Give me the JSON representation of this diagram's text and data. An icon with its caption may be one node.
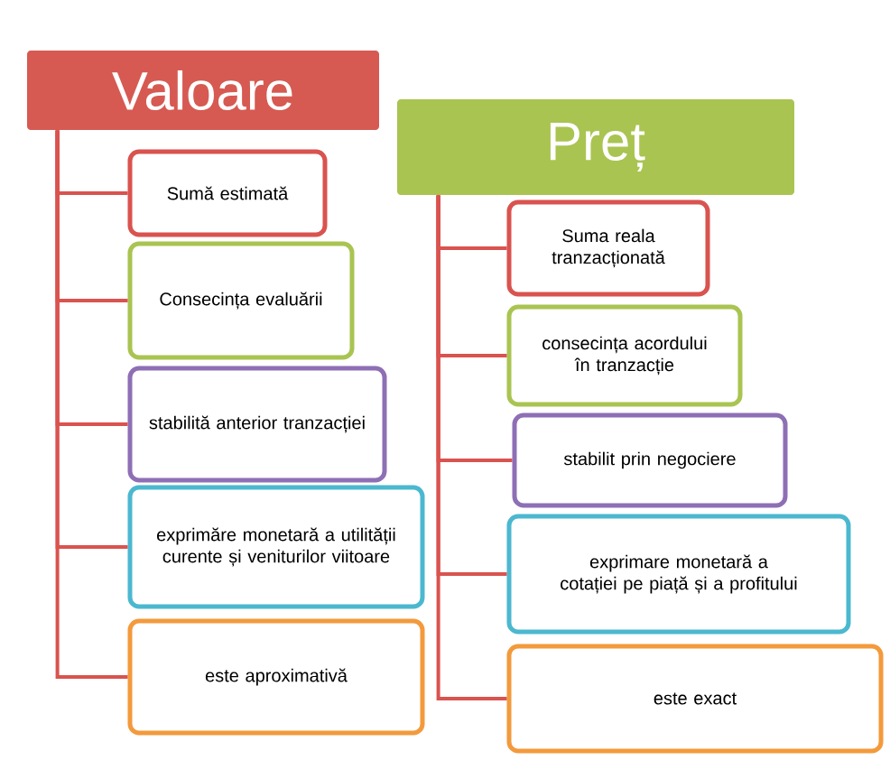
{
  "diagram": {
    "nodes": [
      {
        "text": [
          "Valoare"
        ]
      },
      {
        "text": [
          "Sumă estimată"
        ]
      },
      {
        "text": [
          "Consecința evaluării"
        ]
      },
      {
        "text": [
          "stabilită anterior tranzacției"
        ]
      },
      {
        "text": [
          "exprimăre monetară a utilității curente și veniturilor viitoare"
        ]
      },
      {
        "text": [
          "este aproximativă"
        ]
      },
      {
        "text": [
          "Preț"
        ]
      },
      {
        "text": [
          "Suma reala tranzacționată"
        ]
      },
      {
        "text": [
          "consecința acordului în tranzacție"
        ]
      },
      {
        "text": [
          "stabilit prin negociere"
        ]
      },
      {
        "text": [
          "exprimare monetară a cotației pe piață și a profitului"
        ]
      },
      {
        "text": [
          "este exact"
        ]
      }
    ],
    "edges": [
      {
        "from": 0,
        "to": 1,
        "arrow": "none"
      },
      {
        "from": 0,
        "to": 2,
        "arrow": "none"
      },
      {
        "from": 0,
        "to": 3,
        "arrow": "none"
      },
      {
        "from": 0,
        "to": 4,
        "arrow": "none"
      },
      {
        "from": 0,
        "to": 5,
        "arrow": "none"
      },
      {
        "from": 6,
        "to": 7,
        "arrow": "none"
      },
      {
        "from": 6,
        "to": 8,
        "arrow": "none"
      },
      {
        "from": 6,
        "to": 9,
        "arrow": "none"
      },
      {
        "from": 6,
        "to": 10,
        "arrow": "none"
      },
      {
        "from": 6,
        "to": 11,
        "arrow": "none"
      }
    ]
  }
}
